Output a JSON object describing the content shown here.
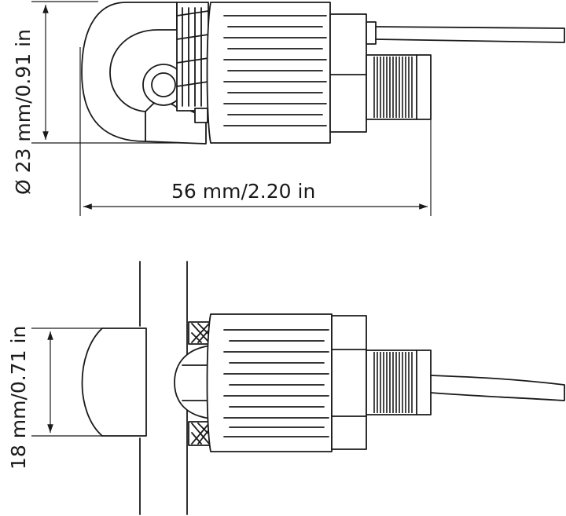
{
  "dimensions": {
    "diameter_label": "Ø 23 mm/0.91 in",
    "length_label": "56 mm/2.20 in",
    "height_label": "18 mm/0.71 in"
  },
  "colors": {
    "line": "#1a1a1a",
    "background": "#ffffff"
  }
}
